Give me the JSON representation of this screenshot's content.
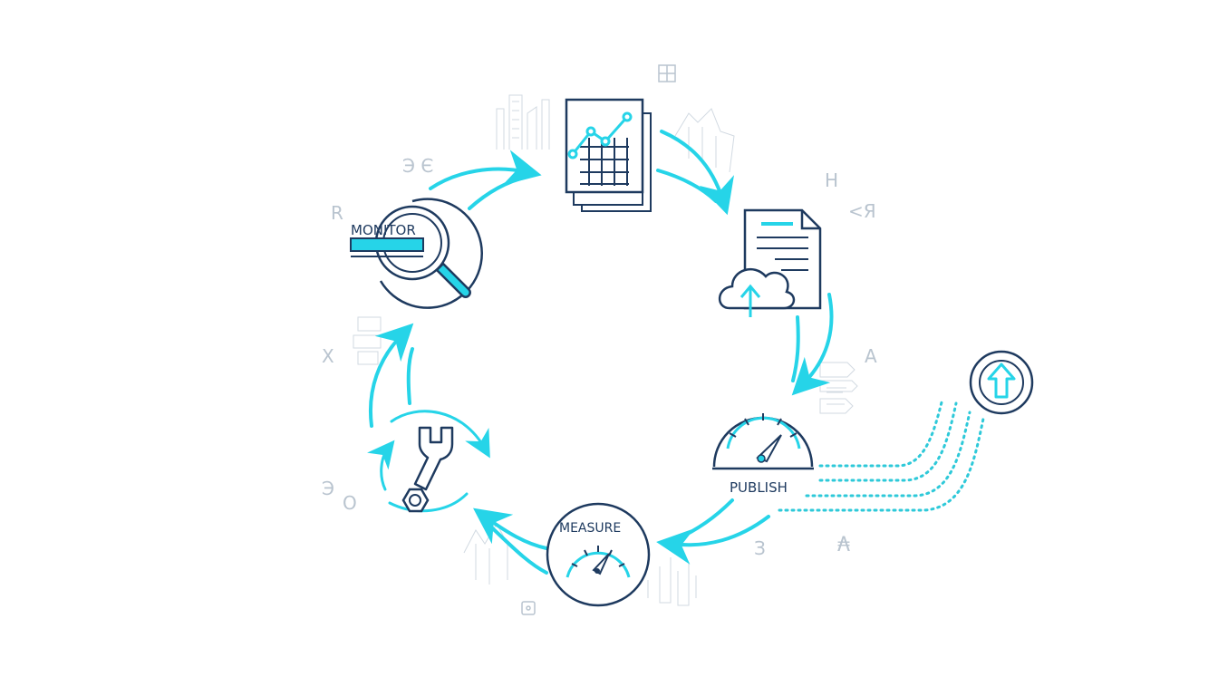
{
  "colors": {
    "navy": "#1e3a5f",
    "cyan": "#26d4e8",
    "dotted": "#2ec9d9",
    "faint": "#b9c4cf"
  },
  "icons": {
    "report": "report-chart-icon",
    "document": "document-cloud-upload-icon",
    "publish": "speedometer-gauge-icon",
    "measure": "gauge-dial-icon",
    "tool": "wrench-nut-icon",
    "monitor": "magnifier-icon",
    "upload": "upload-arrow-circle-icon"
  },
  "labels": {
    "monitor": "MONITOR",
    "publish": "PUBLISH",
    "measure": "MEASURE"
  },
  "glyphs": {
    "g1": "Э Є",
    "g2": "R",
    "g3": "H",
    "g4": "<Я",
    "g5": "X",
    "g6": "A",
    "g7": "Э",
    "g8": "O",
    "g9": "З",
    "g10": "₳"
  }
}
